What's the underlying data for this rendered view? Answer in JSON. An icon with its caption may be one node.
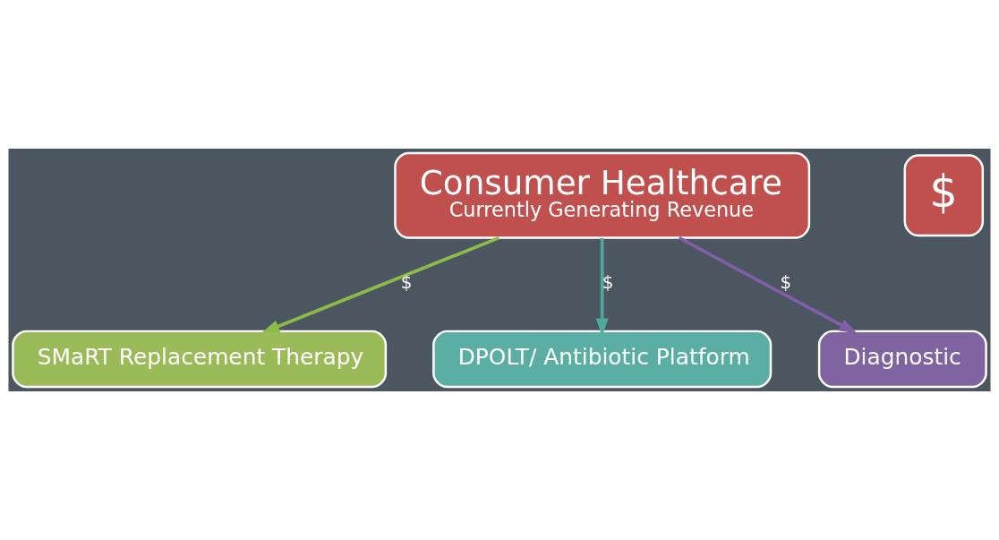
{
  "diagram": {
    "nodes": [
      {
        "text": [
          "Consumer Healthcare",
          "Currently Generating Revenue"
        ]
      },
      {
        "text": [
          "$"
        ]
      },
      {
        "text": [
          "SMaRT Replacement Therapy"
        ]
      },
      {
        "text": [
          "DPOLT/ Antibiotic Platform"
        ]
      },
      {
        "text": [
          "Diagnostic"
        ]
      }
    ],
    "edges": [
      {
        "from": 0,
        "to": 2,
        "arrow": "to",
        "label": "$",
        "color": "#8dbb4a"
      },
      {
        "from": 0,
        "to": 3,
        "arrow": "to",
        "label": "$",
        "color": "#4fa8a0"
      },
      {
        "from": 0,
        "to": 4,
        "arrow": "to",
        "label": "$",
        "color": "#7f5ea8"
      }
    ]
  }
}
